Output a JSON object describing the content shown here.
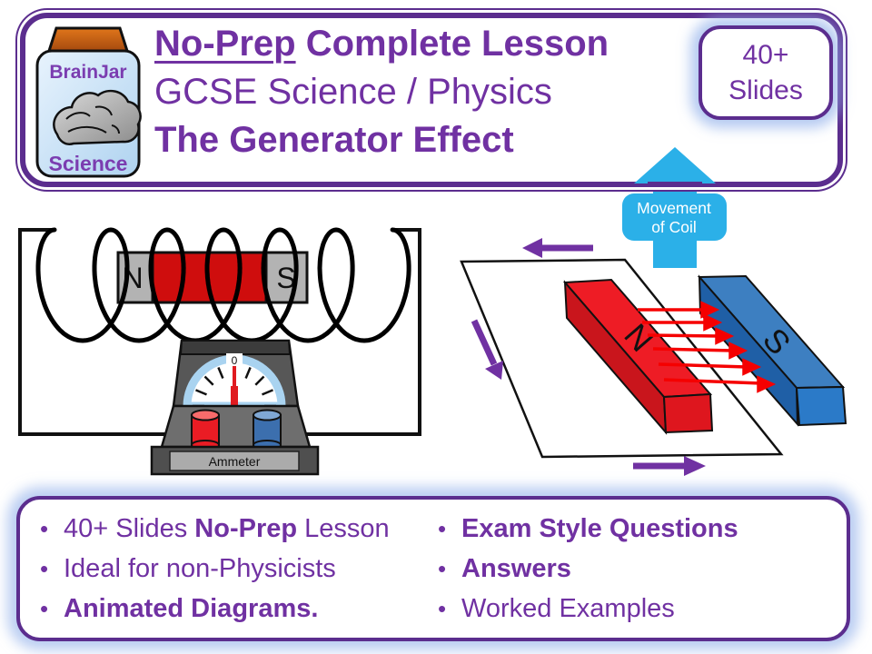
{
  "header": {
    "logo": {
      "top_text": "BrainJar",
      "bottom_text": "Science"
    },
    "title": {
      "line1_underlined": "No-Prep",
      "line1_rest": " Complete Lesson",
      "line2": "GCSE Science / Physics",
      "line3": "The Generator Effect"
    },
    "badge": {
      "line1": "40+",
      "line2": "Slides"
    }
  },
  "coil_diagram": {
    "magnet_north": "N",
    "magnet_south": "S",
    "meter_zero": "0",
    "meter_label": "Ammeter"
  },
  "magnet_diagram": {
    "movement_line1": "Movement",
    "movement_line2": "of Coil",
    "magnet_north": "N",
    "magnet_south": "S"
  },
  "features_left": [
    {
      "pre": "40+ Slides ",
      "bold": "No-Prep",
      "post": " Lesson"
    },
    {
      "pre": "Ideal for non-Physicists",
      "bold": "",
      "post": ""
    },
    {
      "pre": "",
      "bold": "Animated Diagrams.",
      "post": ""
    }
  ],
  "features_right": [
    {
      "pre": "",
      "bold": "Exam Style Questions",
      "post": ""
    },
    {
      "pre": "",
      "bold": "Answers",
      "post": ""
    },
    {
      "pre": "Worked Examples",
      "bold": "",
      "post": ""
    }
  ],
  "bullet_glyph": "•",
  "colors": {
    "purple_text": "#7031A2",
    "purple_border": "#5B2D8E",
    "cyan_arrow": "#2BB0E8",
    "glow_blue": "#A9C6EF",
    "magnet_red": "#EE1C25",
    "magnet_red_dark": "#C9151C",
    "magnet_blue": "#3D7FC1",
    "magnet_blue_dark": "#1F5FA6",
    "coil_magnet_gray": "#B3B3B3",
    "coil_magnet_red": "#CF0D0D",
    "field_arrow_red": "#F50000",
    "meter_dial_blue": "#A9D3F0"
  }
}
